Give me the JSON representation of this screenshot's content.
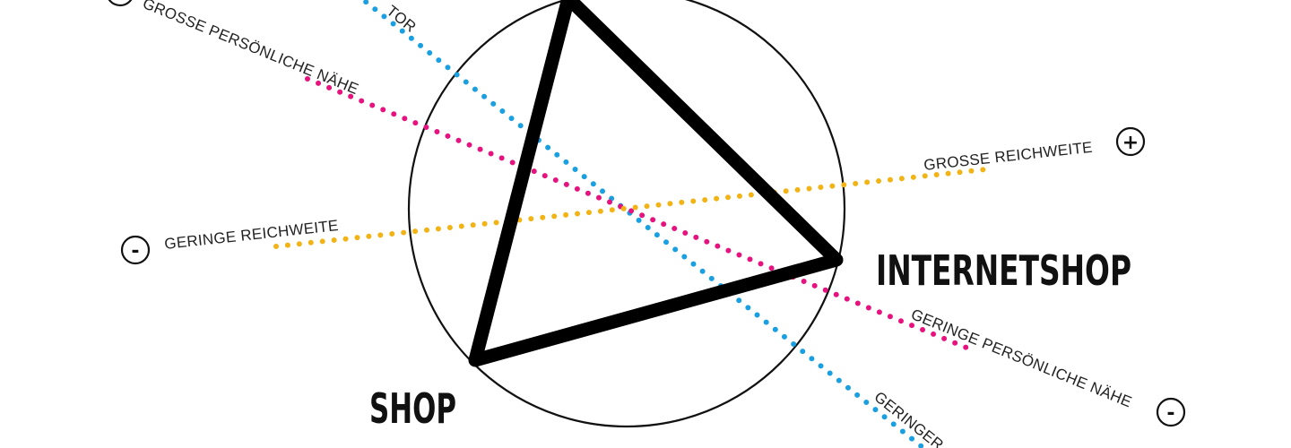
{
  "nodes": {
    "shop": "SHOP",
    "internetshop": "INTERNETSHOP"
  },
  "axes": {
    "proximity": {
      "color": "#e6137f",
      "high_label": "GROSSE PERSÖNLICHE NÄHE",
      "low_label": "GERINGE PERSÖNLICHE NÄHE",
      "low_sign": "-"
    },
    "reach": {
      "color": "#f2b315",
      "high_label": "GROSSE REICHWEITE",
      "low_label": "GERINGE  REICHWEITE",
      "high_sign": "+",
      "low_sign": "-"
    },
    "third": {
      "color": "#1a9fe0",
      "high_label_fragment": "TOR",
      "low_label_fragment": "GERINGER"
    }
  }
}
